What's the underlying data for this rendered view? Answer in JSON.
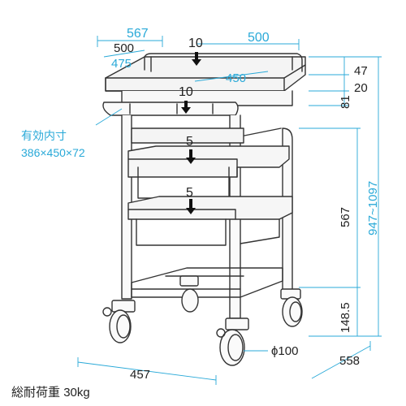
{
  "colors": {
    "dimension": "#29a9d8",
    "frame": "#333333",
    "fill": "#f2f2f2"
  },
  "dimensions": {
    "top_width": "567",
    "tray_width": "500",
    "tray_depth": "500",
    "tray_inner": "475",
    "top_inner_depth": "450",
    "rail_height": "47",
    "tray_thickness": "20",
    "tray_gap": "81",
    "lower_height": "567",
    "total_height": "947~1097",
    "caster_height": "148.5",
    "base_width": "457",
    "base_depth": "558",
    "caster_diameter": "ϕ100"
  },
  "loads": {
    "top": "10",
    "middle": "10",
    "drawer_upper": "5",
    "drawer_lower": "5"
  },
  "inner": {
    "label": "有効内寸",
    "value": "386×450×72"
  },
  "capacity": {
    "label": "総耐荷重",
    "value": "30kg"
  }
}
